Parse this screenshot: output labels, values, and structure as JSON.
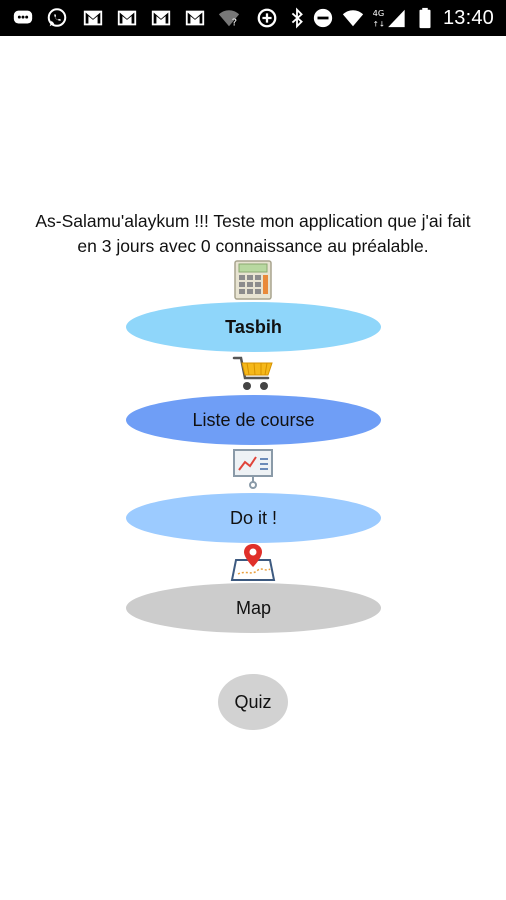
{
  "status_bar": {
    "time": "13:40",
    "icons": [
      "message-icon",
      "whatsapp-icon",
      "gmail-icon",
      "gmail-icon",
      "gmail-icon",
      "gmail-icon",
      "wifi-question-icon",
      "data-saver-icon",
      "bluetooth-icon",
      "do-not-disturb-icon",
      "wifi-icon",
      "signal-4g-icon",
      "battery-icon"
    ]
  },
  "main": {
    "welcome_line1": "As-Salamu'alaykum !!! Teste mon application que j'ai fait",
    "welcome_line2": "en 3 jours avec 0 connaissance au préalable.",
    "buttons": {
      "tasbih": "Tasbih",
      "liste_de_course": "Liste de course",
      "do_it": "Do it !",
      "map": "Map",
      "quiz": "Quiz"
    }
  },
  "colors": {
    "tasbih": "#8fd6fa",
    "liste_de_course": "#6f9ef6",
    "do_it": "#9ccbff",
    "map": "#cccccc",
    "quiz": "#d2d2d2"
  }
}
